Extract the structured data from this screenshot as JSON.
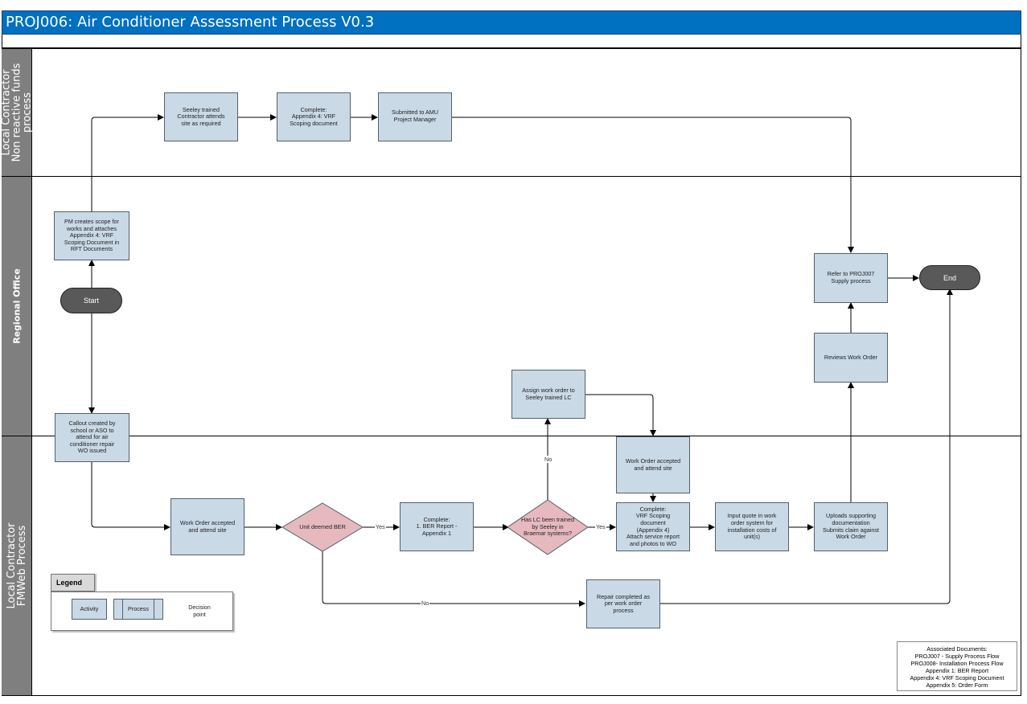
{
  "title": "PROJ006: Air Conditioner Assessment Process V0.3",
  "lanes": {
    "lc_nonreactive": "Local Contractor\nNon reactive funds\nprocess",
    "regional": "Regional Office",
    "lc_fmweb": "Local Contractor\nFMWeb Process"
  },
  "nodes": {
    "seeley_attends": "Seeley trained\nContractor attends\nsite as required",
    "complete_vrf": "Complete:\nAppendix 4: VRF\nScoping document",
    "submitted_amu": "Submitted to AMU\nProject Manager",
    "pm_scope": "PM creates scope for\nworks and attaches\nAppendix 4: VRF\nScoping Document in\nRFT Documents",
    "start": "Start",
    "end": "End",
    "refer_proj007": "Refer to PROJ007\nSupply process",
    "reviews_wo": "Reviews  Work Order",
    "assign_wo": "Assign work order to\nSeeley trained LC",
    "callout": "Callout created by\nschool or ASO to\nattend for air\nconditioner repair\nWO issued",
    "wo_accepted_1": "Work Order accepted\nand attend site",
    "unit_ber": "Unit deemed BER",
    "complete_ber": "Complete:\n1. BER Report -\nAppendix 1",
    "has_lc_trained": "Has LC been trained\nby Seeley in\nBraemar systems?",
    "wo_accepted_2": "Work Order accepted\nand attend site",
    "complete_vrf_attach": "Complete:\nVRF Scoping\ndocument\n(Appendix 4)\nAttach service report\nand photos to WO",
    "input_quote": "Input quote in work\norder system for\ninstallation costs of\nunit(s)",
    "uploads_docs": "Uploads supporting\ndocumentation\nSubmits claim against\nWork Order",
    "repair_completed": "Repair completed as\nper work order\nprocess"
  },
  "edge_labels": {
    "yes_1": "Yes",
    "yes_2": "Yes",
    "no_1": "No",
    "no_2": "No"
  },
  "legend": {
    "title": "Legend",
    "activity": "Activity",
    "process": "Process",
    "decision": "Decision\npoint"
  },
  "associated_docs": [
    "Associated Documents:",
    "PROJ007 - Supply Process Flow",
    "PROJ008- Installation Process Flow",
    "Appendix 1: BER Report",
    "Appendix 4: VRF Scoping Document",
    "Appendix 5: Order Form"
  ],
  "colors": {
    "title_bar": "#0070c0",
    "lane_header": "#7f7f7f",
    "activity_fill": "#c9d9e6",
    "decision_fill": "#e6b9bf",
    "terminal_fill": "#595959"
  }
}
